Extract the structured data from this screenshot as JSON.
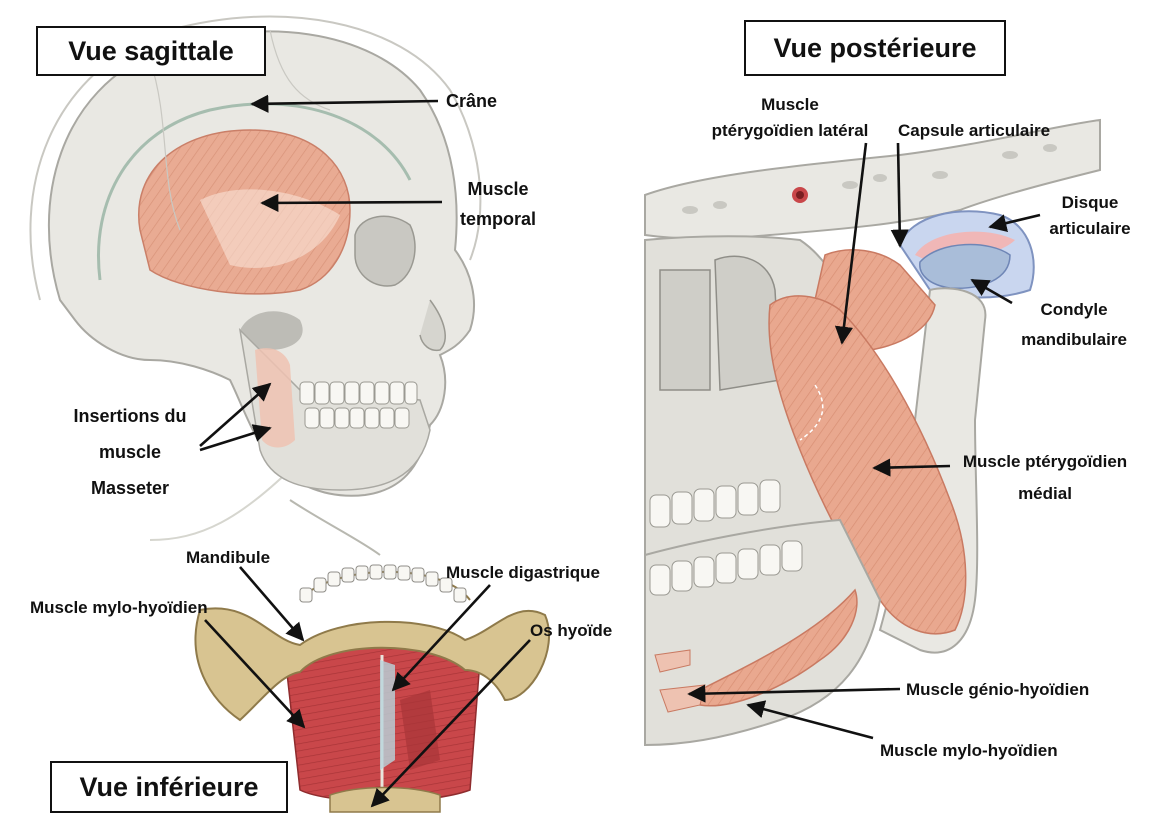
{
  "views": {
    "sagittal": "Vue sagittale",
    "posterior": "Vue postérieure",
    "inferior": "Vue inférieure"
  },
  "sagittal_labels": {
    "crane": "Crâne",
    "temporal_1": "Muscle",
    "temporal_2": "temporal",
    "insertions_1": "Insertions du",
    "insertions_2": "muscle",
    "insertions_3": "Masseter"
  },
  "posterior_labels": {
    "pterygoid_lat_1": "Muscle",
    "pterygoid_lat_2": "ptérygoïdien latéral",
    "capsule": "Capsule articulaire",
    "disque_1": "Disque",
    "disque_2": "articulaire",
    "condyle_1": "Condyle",
    "condyle_2": "mandibulaire",
    "pterygoid_med_1": "Muscle ptérygoïdien",
    "pterygoid_med_2": "médial",
    "genio": "Muscle génio-hyoïdien",
    "mylo": "Muscle mylo-hyoïdien"
  },
  "inferior_labels": {
    "mandibule": "Mandibule",
    "mylo": "Muscle mylo-hyoïdien",
    "digastrique": "Muscle digastrique",
    "hyoide": "Os hyoïde"
  },
  "colors": {
    "bone": "#e9e8e3",
    "bone_shade": "#c9c8c2",
    "muscle": "#e9a88f",
    "muscle_dark": "#c97a62",
    "muscle_red": "#c9474a",
    "jaw_bone": "#d8c491",
    "disc": "#b9c9e8",
    "arrow": "#111111"
  }
}
